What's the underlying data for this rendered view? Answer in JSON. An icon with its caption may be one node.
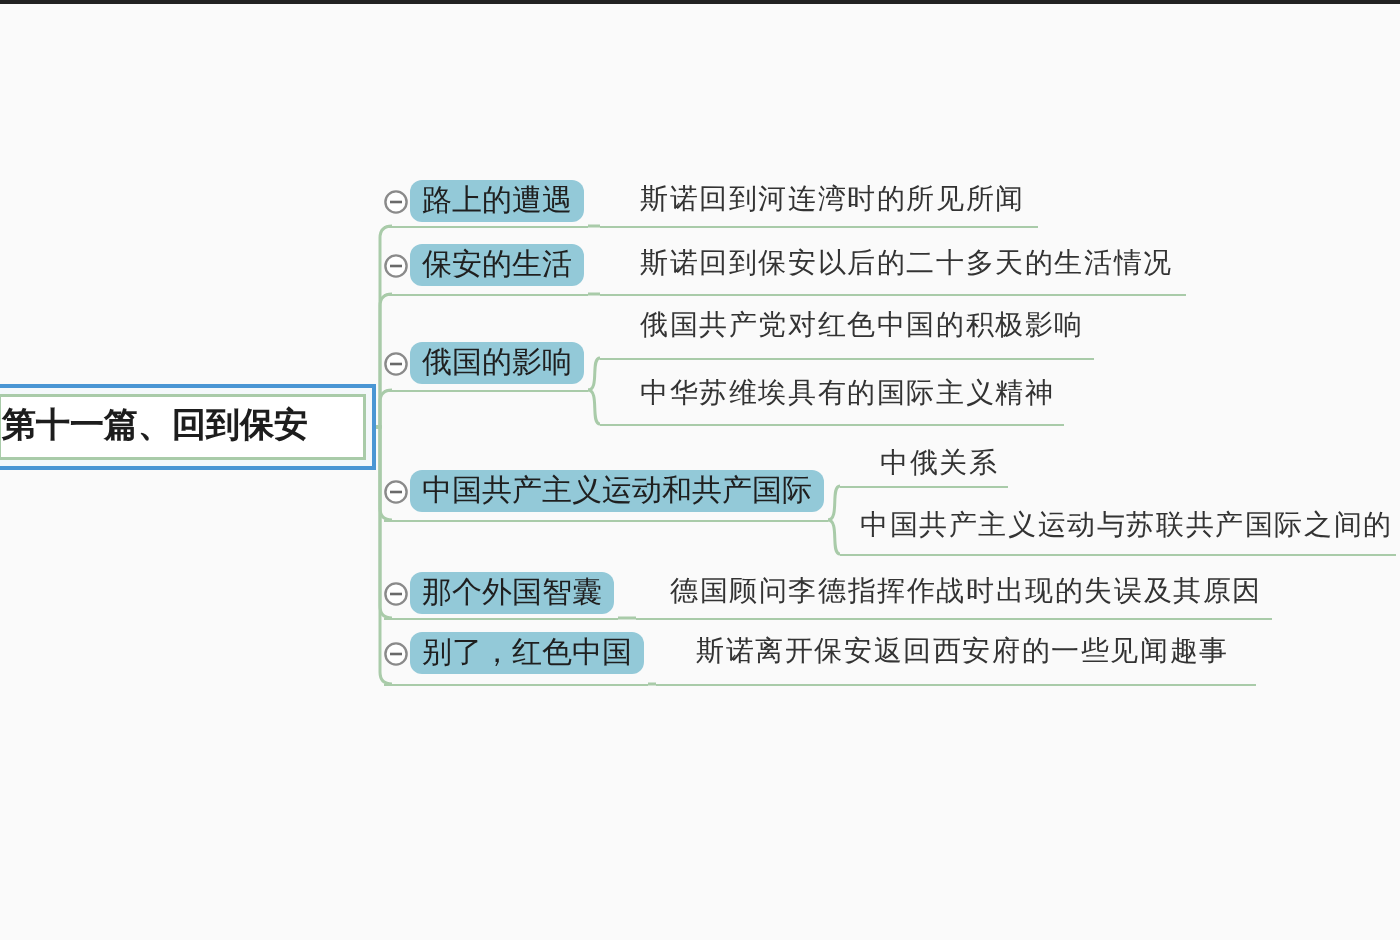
{
  "diagram": {
    "nodes": [
      {
        "text": [
          "第十一篇、回到保安"
        ]
      },
      {
        "text": [
          "路上的遭遇"
        ]
      },
      {
        "text": [
          "斯诺回到河连湾时的所见所闻"
        ]
      },
      {
        "text": [
          "保安的生活"
        ]
      },
      {
        "text": [
          "斯诺回到保安以后的二十多天的生活情况"
        ]
      },
      {
        "text": [
          "俄国的影响"
        ]
      },
      {
        "text": [
          "俄国共产党对红色中国的积极影响"
        ]
      },
      {
        "text": [
          "中华苏维埃具有的国际主义精神"
        ]
      },
      {
        "text": [
          "中国共产主义运动和共产国际"
        ]
      },
      {
        "text": [
          "中俄关系"
        ]
      },
      {
        "text": [
          "中国共产主义运动与苏联共产国际之间的"
        ]
      },
      {
        "text": [
          "那个外国智囊"
        ]
      },
      {
        "text": [
          "德国顾问李德指挥作战时出现的失误及其原因"
        ]
      },
      {
        "text": [
          "别了，红色中国"
        ]
      },
      {
        "text": [
          "斯诺离开保安返回西安府的一些见闻趣事"
        ]
      }
    ],
    "edges": [
      {
        "from": 0,
        "to": 1,
        "arrow": "none"
      },
      {
        "from": 0,
        "to": 3,
        "arrow": "none"
      },
      {
        "from": 0,
        "to": 5,
        "arrow": "none"
      },
      {
        "from": 0,
        "to": 8,
        "arrow": "none"
      },
      {
        "from": 0,
        "to": 11,
        "arrow": "none"
      },
      {
        "from": 0,
        "to": 13,
        "arrow": "none"
      },
      {
        "from": 1,
        "to": 2,
        "arrow": "none"
      },
      {
        "from": 3,
        "to": 4,
        "arrow": "none"
      },
      {
        "from": 5,
        "to": 6,
        "arrow": "none"
      },
      {
        "from": 5,
        "to": 7,
        "arrow": "none"
      },
      {
        "from": 8,
        "to": 9,
        "arrow": "none"
      },
      {
        "from": 8,
        "to": 10,
        "arrow": "none"
      },
      {
        "from": 11,
        "to": 12,
        "arrow": "none"
      },
      {
        "from": 13,
        "to": 14,
        "arrow": "none"
      }
    ]
  }
}
